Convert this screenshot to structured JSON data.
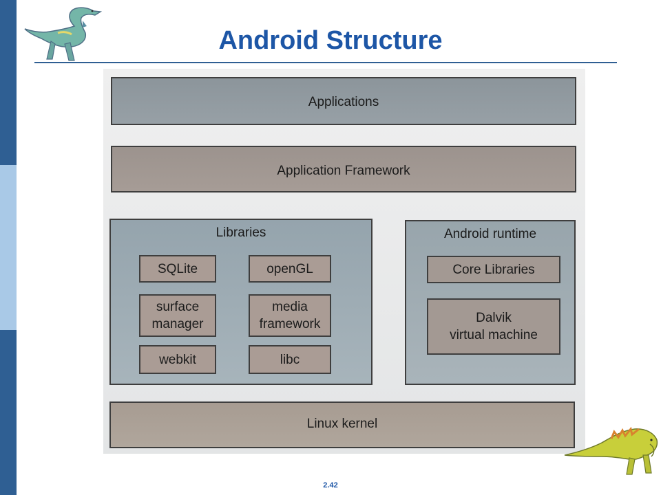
{
  "slide": {
    "title": "Android Structure",
    "page_number": "2.42"
  },
  "diagram": {
    "applications": "Applications",
    "application_framework": "Application Framework",
    "libraries": {
      "label": "Libraries",
      "items": {
        "sqlite": "SQLite",
        "opengl": "openGL",
        "surface_manager": [
          "surface",
          "manager"
        ],
        "media_framework": [
          "media",
          "framework"
        ],
        "webkit": "webkit",
        "libc": "libc"
      }
    },
    "android_runtime": {
      "label": "Android runtime",
      "core_libraries": "Core Libraries",
      "dalvik": [
        "Dalvik",
        "virtual machine"
      ]
    },
    "linux_kernel": "Linux kernel"
  },
  "colors": {
    "title": "#1d56a6",
    "sidebar_dark": "#2f5f93",
    "sidebar_light": "#a9c9e7"
  }
}
